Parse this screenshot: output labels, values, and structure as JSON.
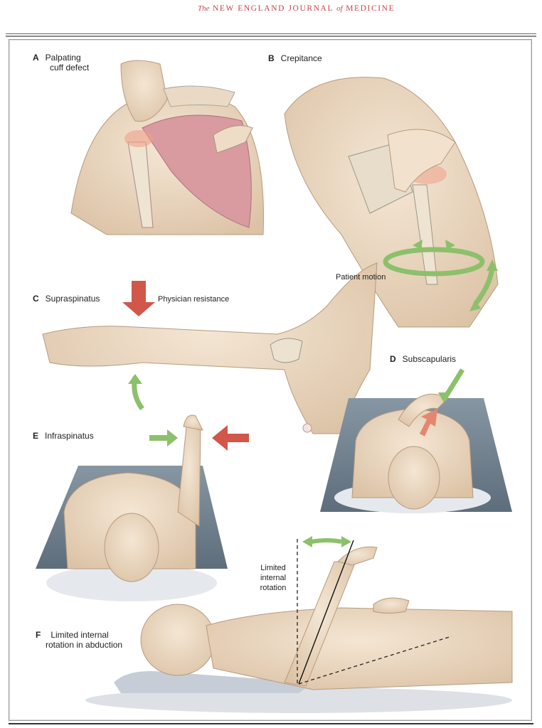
{
  "masthead": {
    "the": "The",
    "name1": "NEW ENGLAND JOURNAL",
    "of": "of",
    "name2": "MEDICINE"
  },
  "panels": {
    "A": {
      "letter": "A",
      "title_line1": "Palpating",
      "title_line2": "cuff defect"
    },
    "B": {
      "letter": "B",
      "title": "Crepitance",
      "annotation": "Patient motion"
    },
    "C": {
      "letter": "C",
      "title": "Supraspinatus",
      "annotation": "Physician resistance"
    },
    "D": {
      "letter": "D",
      "title": "Subscapularis"
    },
    "E": {
      "letter": "E",
      "title": "Infraspinatus"
    },
    "F": {
      "letter": "F",
      "title_line1": "Limited internal",
      "title_line2": "rotation in abduction",
      "annotation_line1": "Limited",
      "annotation_line2": "internal",
      "annotation_line3": "rotation"
    }
  },
  "colors": {
    "masthead": "#c9434a",
    "skin": "#efdcc6",
    "skin_shadow": "#d9bfa3",
    "muscle": "#d99aa0",
    "green_arrow": "#8cc06a",
    "red_arrow": "#d0574a",
    "table": "#6d7d8c"
  }
}
